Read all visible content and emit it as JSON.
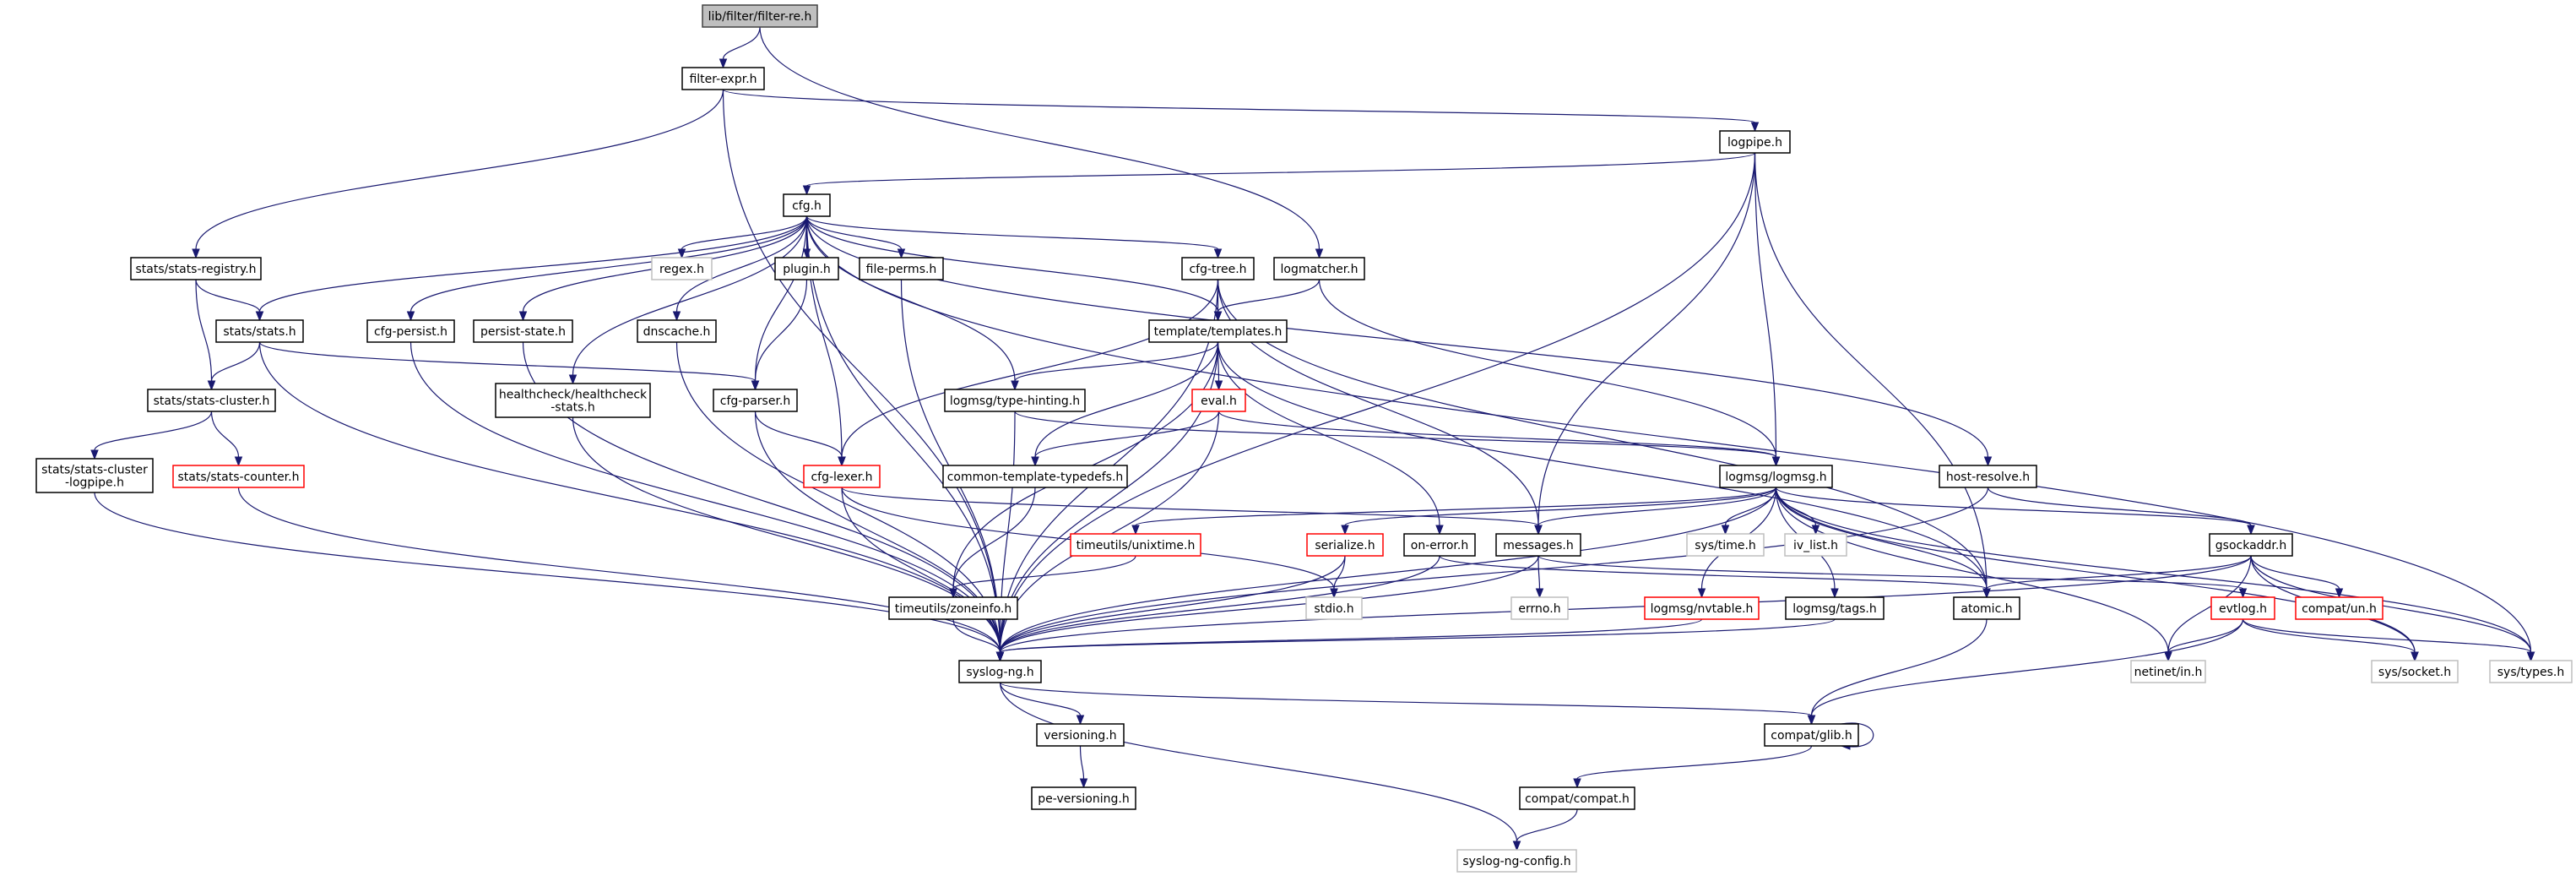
{
  "title": "lib/filter/filter-re.h",
  "diagram_type": "include-dependency-graph",
  "colors": {
    "edge": "#191970",
    "root_fill": "#bfbfbf",
    "normal_border": "#000000",
    "incomplete_border": "#ff0000",
    "external_border": "#bfbfbf"
  },
  "nodes": [
    {
      "id": "filter-re",
      "label": [
        "lib/filter/filter-re.h"
      ],
      "kind": "root"
    },
    {
      "id": "filter-expr",
      "label": [
        "filter-expr.h"
      ],
      "kind": "normal"
    },
    {
      "id": "logpipe",
      "label": [
        "logpipe.h"
      ],
      "kind": "normal"
    },
    {
      "id": "cfg",
      "label": [
        "cfg.h"
      ],
      "kind": "normal"
    },
    {
      "id": "stats-registry",
      "label": [
        "stats/stats-registry.h"
      ],
      "kind": "normal"
    },
    {
      "id": "regex",
      "label": [
        "regex.h"
      ],
      "kind": "gray"
    },
    {
      "id": "plugin",
      "label": [
        "plugin.h"
      ],
      "kind": "normal"
    },
    {
      "id": "file-perms",
      "label": [
        "file-perms.h"
      ],
      "kind": "normal"
    },
    {
      "id": "cfg-tree",
      "label": [
        "cfg-tree.h"
      ],
      "kind": "normal"
    },
    {
      "id": "logmatcher",
      "label": [
        "logmatcher.h"
      ],
      "kind": "normal"
    },
    {
      "id": "stats",
      "label": [
        "stats/stats.h"
      ],
      "kind": "normal"
    },
    {
      "id": "cfg-persist",
      "label": [
        "cfg-persist.h"
      ],
      "kind": "normal"
    },
    {
      "id": "persist-state",
      "label": [
        "persist-state.h"
      ],
      "kind": "normal"
    },
    {
      "id": "dnscache",
      "label": [
        "dnscache.h"
      ],
      "kind": "normal"
    },
    {
      "id": "templates",
      "label": [
        "template/templates.h"
      ],
      "kind": "normal"
    },
    {
      "id": "stats-cluster",
      "label": [
        "stats/stats-cluster.h"
      ],
      "kind": "normal"
    },
    {
      "id": "healthcheck",
      "label": [
        "healthcheck/healthcheck",
        "-stats.h"
      ],
      "kind": "normal"
    },
    {
      "id": "cfg-parser",
      "label": [
        "cfg-parser.h"
      ],
      "kind": "normal"
    },
    {
      "id": "type-hinting",
      "label": [
        "logmsg/type-hinting.h"
      ],
      "kind": "normal"
    },
    {
      "id": "eval",
      "label": [
        "eval.h"
      ],
      "kind": "red"
    },
    {
      "id": "stats-cluster-logpipe",
      "label": [
        "stats/stats-cluster",
        "-logpipe.h"
      ],
      "kind": "normal"
    },
    {
      "id": "stats-counter",
      "label": [
        "stats/stats-counter.h"
      ],
      "kind": "red"
    },
    {
      "id": "cfg-lexer",
      "label": [
        "cfg-lexer.h"
      ],
      "kind": "red"
    },
    {
      "id": "common-template-typedefs",
      "label": [
        "common-template-typedefs.h"
      ],
      "kind": "normal"
    },
    {
      "id": "logmsg",
      "label": [
        "logmsg/logmsg.h"
      ],
      "kind": "normal"
    },
    {
      "id": "host-resolve",
      "label": [
        "host-resolve.h"
      ],
      "kind": "normal"
    },
    {
      "id": "unixtime",
      "label": [
        "timeutils/unixtime.h"
      ],
      "kind": "red"
    },
    {
      "id": "serialize",
      "label": [
        "serialize.h"
      ],
      "kind": "red"
    },
    {
      "id": "on-error",
      "label": [
        "on-error.h"
      ],
      "kind": "normal"
    },
    {
      "id": "messages",
      "label": [
        "messages.h"
      ],
      "kind": "normal"
    },
    {
      "id": "sys-time",
      "label": [
        "sys/time.h"
      ],
      "kind": "gray"
    },
    {
      "id": "iv-list",
      "label": [
        "iv_list.h"
      ],
      "kind": "gray"
    },
    {
      "id": "gsockaddr",
      "label": [
        "gsockaddr.h"
      ],
      "kind": "normal"
    },
    {
      "id": "zoneinfo",
      "label": [
        "timeutils/zoneinfo.h"
      ],
      "kind": "normal"
    },
    {
      "id": "stdio",
      "label": [
        "stdio.h"
      ],
      "kind": "gray"
    },
    {
      "id": "errno",
      "label": [
        "errno.h"
      ],
      "kind": "gray"
    },
    {
      "id": "nvtable",
      "label": [
        "logmsg/nvtable.h"
      ],
      "kind": "red"
    },
    {
      "id": "tags",
      "label": [
        "logmsg/tags.h"
      ],
      "kind": "normal"
    },
    {
      "id": "atomic",
      "label": [
        "atomic.h"
      ],
      "kind": "normal"
    },
    {
      "id": "evtlog",
      "label": [
        "evtlog.h"
      ],
      "kind": "red"
    },
    {
      "id": "compat-un",
      "label": [
        "compat/un.h"
      ],
      "kind": "red"
    },
    {
      "id": "syslog-ng",
      "label": [
        "syslog-ng.h"
      ],
      "kind": "normal"
    },
    {
      "id": "netinet-in",
      "label": [
        "netinet/in.h"
      ],
      "kind": "gray"
    },
    {
      "id": "sys-socket",
      "label": [
        "sys/socket.h"
      ],
      "kind": "gray"
    },
    {
      "id": "sys-types",
      "label": [
        "sys/types.h"
      ],
      "kind": "gray"
    },
    {
      "id": "versioning",
      "label": [
        "versioning.h"
      ],
      "kind": "normal"
    },
    {
      "id": "compat-glib",
      "label": [
        "compat/glib.h"
      ],
      "kind": "normal"
    },
    {
      "id": "pe-versioning",
      "label": [
        "pe-versioning.h"
      ],
      "kind": "normal"
    },
    {
      "id": "compat-compat",
      "label": [
        "compat/compat.h"
      ],
      "kind": "normal"
    },
    {
      "id": "syslog-ng-config",
      "label": [
        "syslog-ng-config.h"
      ],
      "kind": "gray"
    }
  ],
  "edges": [
    [
      "filter-re",
      "filter-expr"
    ],
    [
      "filter-re",
      "logmatcher"
    ],
    [
      "filter-expr",
      "logpipe"
    ],
    [
      "filter-expr",
      "stats-registry"
    ],
    [
      "filter-expr",
      "syslog-ng"
    ],
    [
      "logpipe",
      "cfg"
    ],
    [
      "logpipe",
      "logmsg"
    ],
    [
      "logpipe",
      "messages"
    ],
    [
      "logpipe",
      "atomic"
    ],
    [
      "logpipe",
      "syslog-ng"
    ],
    [
      "cfg",
      "stats"
    ],
    [
      "cfg",
      "cfg-persist"
    ],
    [
      "cfg",
      "persist-state"
    ],
    [
      "cfg",
      "dnscache"
    ],
    [
      "cfg",
      "healthcheck"
    ],
    [
      "cfg",
      "regex"
    ],
    [
      "cfg",
      "plugin"
    ],
    [
      "cfg",
      "file-perms"
    ],
    [
      "cfg",
      "cfg-parser"
    ],
    [
      "cfg",
      "cfg-lexer"
    ],
    [
      "cfg",
      "cfg-tree"
    ],
    [
      "cfg",
      "templates"
    ],
    [
      "cfg",
      "type-hinting"
    ],
    [
      "cfg",
      "host-resolve"
    ],
    [
      "cfg",
      "sys-types"
    ],
    [
      "cfg",
      "syslog-ng"
    ],
    [
      "stats-registry",
      "stats"
    ],
    [
      "stats-registry",
      "stats-cluster"
    ],
    [
      "stats",
      "stats-cluster"
    ],
    [
      "stats",
      "cfg-parser"
    ],
    [
      "stats",
      "syslog-ng"
    ],
    [
      "stats-cluster",
      "stats-cluster-logpipe"
    ],
    [
      "stats-cluster",
      "stats-counter"
    ],
    [
      "stats-cluster-logpipe",
      "syslog-ng"
    ],
    [
      "stats-counter",
      "syslog-ng"
    ],
    [
      "cfg-persist",
      "syslog-ng"
    ],
    [
      "persist-state",
      "syslog-ng"
    ],
    [
      "dnscache",
      "syslog-ng"
    ],
    [
      "healthcheck",
      "syslog-ng"
    ],
    [
      "plugin",
      "cfg-parser"
    ],
    [
      "file-perms",
      "syslog-ng"
    ],
    [
      "cfg-parser",
      "cfg-lexer"
    ],
    [
      "cfg-parser",
      "syslog-ng"
    ],
    [
      "cfg-tree",
      "templates"
    ],
    [
      "cfg-tree",
      "cfg-lexer"
    ],
    [
      "cfg-tree",
      "messages"
    ],
    [
      "cfg-tree",
      "atomic"
    ],
    [
      "cfg-tree",
      "syslog-ng"
    ],
    [
      "logmatcher",
      "templates"
    ],
    [
      "logmatcher",
      "logmsg"
    ],
    [
      "templates",
      "type-hinting"
    ],
    [
      "templates",
      "eval"
    ],
    [
      "templates",
      "common-template-typedefs"
    ],
    [
      "templates",
      "zoneinfo"
    ],
    [
      "templates",
      "on-error"
    ],
    [
      "templates",
      "atomic"
    ],
    [
      "templates",
      "syslog-ng"
    ],
    [
      "type-hinting",
      "logmsg"
    ],
    [
      "type-hinting",
      "syslog-ng"
    ],
    [
      "eval",
      "common-template-typedefs"
    ],
    [
      "eval",
      "logmsg"
    ],
    [
      "eval",
      "syslog-ng"
    ],
    [
      "cfg-lexer",
      "messages"
    ],
    [
      "cfg-lexer",
      "stdio"
    ],
    [
      "cfg-lexer",
      "syslog-ng"
    ],
    [
      "common-template-typedefs",
      "zoneinfo"
    ],
    [
      "logmsg",
      "unixtime"
    ],
    [
      "logmsg",
      "serialize"
    ],
    [
      "logmsg",
      "messages"
    ],
    [
      "logmsg",
      "sys-time"
    ],
    [
      "logmsg",
      "iv-list"
    ],
    [
      "logmsg",
      "gsockaddr"
    ],
    [
      "logmsg",
      "nvtable"
    ],
    [
      "logmsg",
      "tags"
    ],
    [
      "logmsg",
      "atomic"
    ],
    [
      "logmsg",
      "netinet-in"
    ],
    [
      "logmsg",
      "sys-socket"
    ],
    [
      "logmsg",
      "sys-types"
    ],
    [
      "logmsg",
      "syslog-ng"
    ],
    [
      "host-resolve",
      "gsockaddr"
    ],
    [
      "host-resolve",
      "syslog-ng"
    ],
    [
      "unixtime",
      "zoneinfo"
    ],
    [
      "serialize",
      "stdio"
    ],
    [
      "serialize",
      "syslog-ng"
    ],
    [
      "on-error",
      "atomic"
    ],
    [
      "on-error",
      "syslog-ng"
    ],
    [
      "messages",
      "errno"
    ],
    [
      "messages",
      "evtlog"
    ],
    [
      "messages",
      "syslog-ng"
    ],
    [
      "gsockaddr",
      "atomic"
    ],
    [
      "gsockaddr",
      "compat-un"
    ],
    [
      "gsockaddr",
      "netinet-in"
    ],
    [
      "gsockaddr",
      "sys-socket"
    ],
    [
      "gsockaddr",
      "sys-types"
    ],
    [
      "gsockaddr",
      "syslog-ng"
    ],
    [
      "zoneinfo",
      "syslog-ng"
    ],
    [
      "nvtable",
      "syslog-ng"
    ],
    [
      "tags",
      "syslog-ng"
    ],
    [
      "atomic",
      "compat-glib"
    ],
    [
      "evtlog",
      "netinet-in"
    ],
    [
      "evtlog",
      "sys-socket"
    ],
    [
      "evtlog",
      "sys-types"
    ],
    [
      "evtlog",
      "compat-glib"
    ],
    [
      "syslog-ng",
      "versioning"
    ],
    [
      "syslog-ng",
      "compat-glib"
    ],
    [
      "syslog-ng",
      "syslog-ng-config"
    ],
    [
      "versioning",
      "pe-versioning"
    ],
    [
      "compat-glib",
      "compat-glib"
    ],
    [
      "compat-glib",
      "compat-compat"
    ],
    [
      "compat-compat",
      "syslog-ng-config"
    ]
  ]
}
